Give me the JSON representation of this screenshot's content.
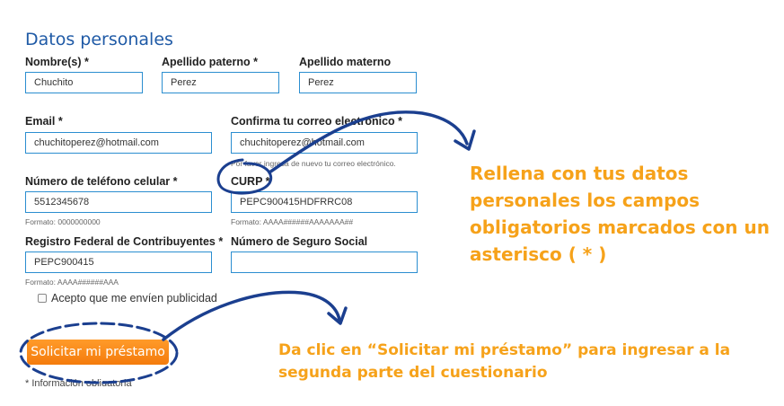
{
  "form": {
    "title": "Datos personales",
    "fields": {
      "nombre": {
        "label": "Nombre(s) *",
        "value": "Chuchito"
      },
      "apellido_paterno": {
        "label": "Apellido paterno *",
        "value": "Perez"
      },
      "apellido_materno": {
        "label": "Apellido materno",
        "value": "Perez"
      },
      "email": {
        "label": "Email *",
        "value": "chuchitoperez@hotmail.com"
      },
      "confirma_email": {
        "label": "Confirma tu correo electrónico *",
        "value": "chuchitoperez@hotmail.com",
        "hint": "Por favor ingresa de nuevo tu correo electrónico."
      },
      "telefono": {
        "label": "Número de teléfono celular *",
        "value": "5512345678",
        "hint": "Formato: 0000000000"
      },
      "curp": {
        "label": "CURP *",
        "value": "PEPC900415HDFRRC08",
        "hint": "Formato: AAAA######AAAAAAA##"
      },
      "rfc": {
        "label": "Registro Federal de Contribuyentes *",
        "value": "PEPC900415",
        "hint": "Formato: AAAA######AAA"
      },
      "nss": {
        "label": "Número de Seguro Social",
        "value": ""
      }
    },
    "publicidad_label": "Acepto que me envíen publicidad",
    "submit_label": "Solicitar mi préstamo",
    "required_note": "* Información obligatoria"
  },
  "annotations": {
    "callout_fields": "Rellena con tus datos personales los campos obligatorios marcados con un asterisco ( * )",
    "callout_submit": "Da clic en “Solicitar mi préstamo” para ingresar a la segunda parte del cuestionario",
    "color_text": "#f6a21a",
    "color_marks": "#1b3f8f"
  }
}
